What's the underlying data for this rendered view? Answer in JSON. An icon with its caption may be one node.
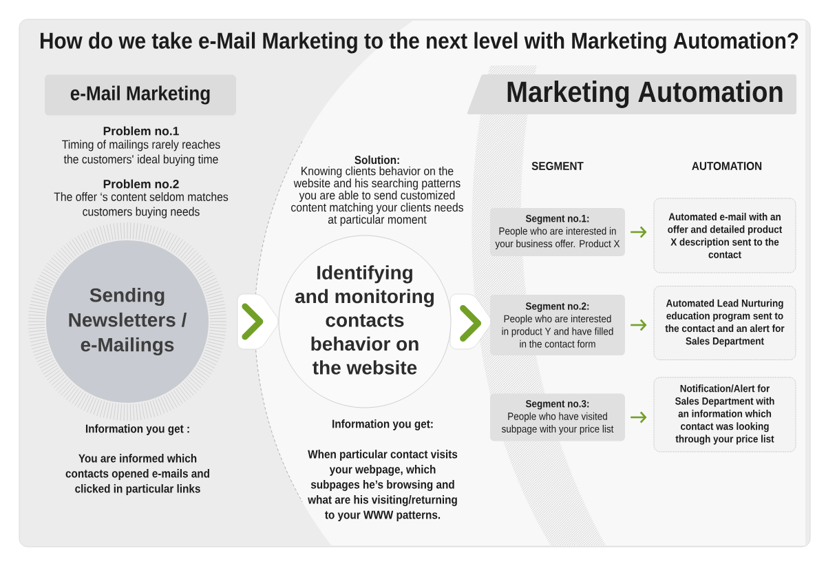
{
  "diagram": {
    "title": "How do we take e-Mail Marketing to the next level with Marketing Automation?",
    "nodes": [
      {
        "text": [
          "e-Mail Marketing"
        ]
      },
      {
        "text": [
          "Marketing Automation"
        ]
      },
      {
        "text": [
          "Sending Newsletters / e-Mailings"
        ]
      },
      {
        "text": [
          "Identifying and monitoring contacts behavior on the website"
        ]
      },
      {
        "text": [
          "Segment no.1:",
          "People who are interested in your business offer. Product X"
        ]
      },
      {
        "text": [
          "Segment no.2:",
          "People who are interested in product Y and have filled in the contact form"
        ]
      },
      {
        "text": [
          "Segment no.3:",
          "People who have visited subpage with your price list"
        ]
      },
      {
        "text": [
          "Automated e-mail with an offer and detailed product X description sent to the contact"
        ]
      },
      {
        "text": [
          "Automated Lead Nurturing education program sent to the contact and an alert for Sales Department"
        ]
      },
      {
        "text": [
          "Notification/Alert for Sales Department with an information which contact was looking through your price list"
        ]
      }
    ],
    "edges": [
      {
        "from": 2,
        "to": 3,
        "arrow": "to",
        "style": "thick"
      },
      {
        "from": 3,
        "to": 5,
        "arrow": "to",
        "style": "thick"
      },
      {
        "from": 4,
        "to": 7,
        "arrow": "to"
      },
      {
        "from": 5,
        "to": 8,
        "arrow": "to"
      },
      {
        "from": 6,
        "to": 9,
        "arrow": "to"
      }
    ],
    "labels": [
      "Problem no.1",
      "Timing of mailings rarely reaches the customers' ideal buying time",
      "Problem no.2",
      "The offer ‘s content seldom matches customers buying needs",
      "Solution:",
      "Knowing clients behavior on the website and his searching patterns you are able to send customized content matching your clients needs at particular moment",
      "SEGMENT",
      "AUTOMATION",
      "Information you get :",
      "You are informed which contacts opened e-mails and clicked in particular links",
      "Information you get:",
      "When particular contact visits your webpage, which subpages he’s browsing and what are his visiting/returning to your WWW patterns."
    ]
  }
}
